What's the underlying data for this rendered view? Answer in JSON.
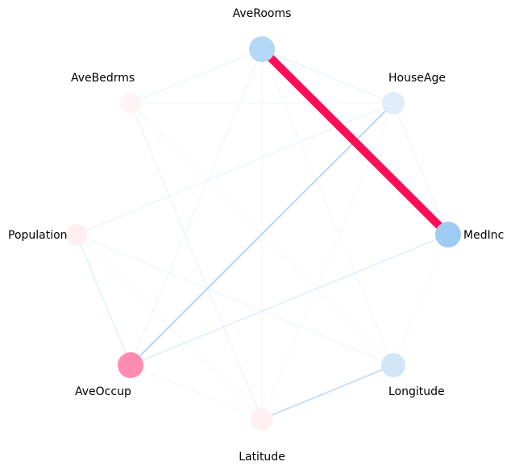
{
  "diagram": {
    "type": "network-graph",
    "nodes": [
      {
        "id": "AveRooms",
        "label": "AveRooms",
        "color": "#b3d7f5"
      },
      {
        "id": "HouseAge",
        "label": "HouseAge",
        "color": "#deedf9"
      },
      {
        "id": "MedInc",
        "label": "MedInc",
        "color": "#9ecbf1"
      },
      {
        "id": "Longitude",
        "label": "Longitude",
        "color": "#d2e6f7"
      },
      {
        "id": "Latitude",
        "label": "Latitude",
        "color": "#fff0f3"
      },
      {
        "id": "AveOccup",
        "label": "AveOccup",
        "color": "#ff8cb0"
      },
      {
        "id": "Population",
        "label": "Population",
        "color": "#ffeef2"
      },
      {
        "id": "AveBedrms",
        "label": "AveBedrms",
        "color": "#fff3f6"
      }
    ],
    "edges": [
      {
        "source": "AveRooms",
        "target": "MedInc",
        "color": "#ff0d57",
        "strength": 1.0
      },
      {
        "source": "HouseAge",
        "target": "AveOccup",
        "color": "#b8d9f5",
        "strength": 0.35
      },
      {
        "source": "Latitude",
        "target": "Longitude",
        "color": "#c2def7",
        "strength": 0.3
      },
      {
        "source": "MedInc",
        "target": "AveOccup",
        "color": "#d2e7f8",
        "strength": 0.18
      },
      {
        "source": "AveRooms",
        "target": "HouseAge",
        "color": "#e2eff9",
        "strength": 0.12
      },
      {
        "source": "AveRooms",
        "target": "AveBedrms",
        "color": "#e6f1fa",
        "strength": 0.1
      },
      {
        "source": "AveRooms",
        "target": "AveOccup",
        "color": "#eaf3fb",
        "strength": 0.08
      },
      {
        "source": "AveRooms",
        "target": "Latitude",
        "color": "#f0f6fc",
        "strength": 0.06
      },
      {
        "source": "AveRooms",
        "target": "Longitude",
        "color": "#eef5fb",
        "strength": 0.06
      },
      {
        "source": "HouseAge",
        "target": "Population",
        "color": "#e4f0fa",
        "strength": 0.1
      },
      {
        "source": "HouseAge",
        "target": "MedInc",
        "color": "#e8f2fa",
        "strength": 0.08
      },
      {
        "source": "HouseAge",
        "target": "AveBedrms",
        "color": "#f2f7fc",
        "strength": 0.05
      },
      {
        "source": "HouseAge",
        "target": "Latitude",
        "color": "#f4f8fc",
        "strength": 0.04
      },
      {
        "source": "MedInc",
        "target": "Longitude",
        "color": "#f3f8fc",
        "strength": 0.04
      },
      {
        "source": "AveBedrms",
        "target": "Latitude",
        "color": "#e4f0fa",
        "strength": 0.1
      },
      {
        "source": "AveBedrms",
        "target": "Longitude",
        "color": "#eef5fb",
        "strength": 0.06
      },
      {
        "source": "Population",
        "target": "AveOccup",
        "color": "#d8eaf8",
        "strength": 0.14
      },
      {
        "source": "Population",
        "target": "Longitude",
        "color": "#eaf3fb",
        "strength": 0.08
      },
      {
        "source": "Population",
        "target": "Latitude",
        "color": "#f0f6fc",
        "strength": 0.05
      },
      {
        "source": "AveOccup",
        "target": "Latitude",
        "color": "#f0f6fc",
        "strength": 0.05
      }
    ]
  }
}
